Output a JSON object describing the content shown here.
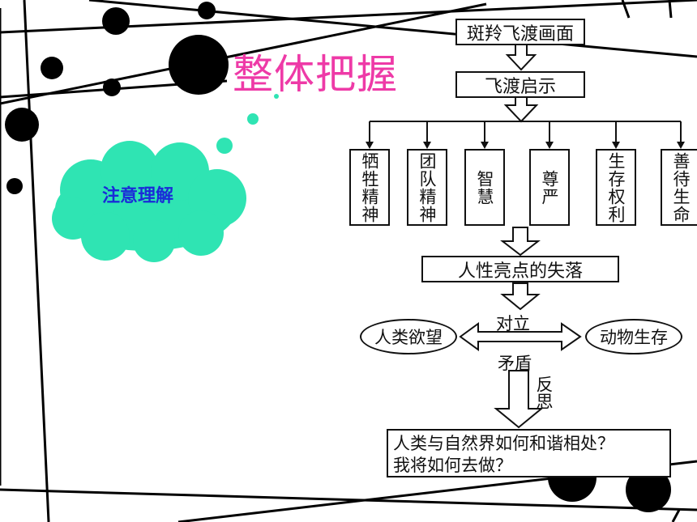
{
  "title": "整体把握",
  "note": "注意理解",
  "flow": {
    "top": "斑羚飞渡画面",
    "second": "飞渡启示",
    "branches": [
      "牺牲精神",
      "团队精神",
      "智慧",
      "尊严",
      "生存权利",
      "善待生命"
    ],
    "loss": "人性亮点的失落",
    "left": "人类欲望",
    "right": "动物生存",
    "relation_top": "对立",
    "relation_bottom": "矛盾",
    "reflect": "反思",
    "question_line1": "人类与自然界如何和谐相处？",
    "question_line2": "我将如何去做？"
  },
  "colors": {
    "title": "#ee3aa7",
    "note_text": "#1a2bd8",
    "cloud": "#2fe4b3"
  }
}
